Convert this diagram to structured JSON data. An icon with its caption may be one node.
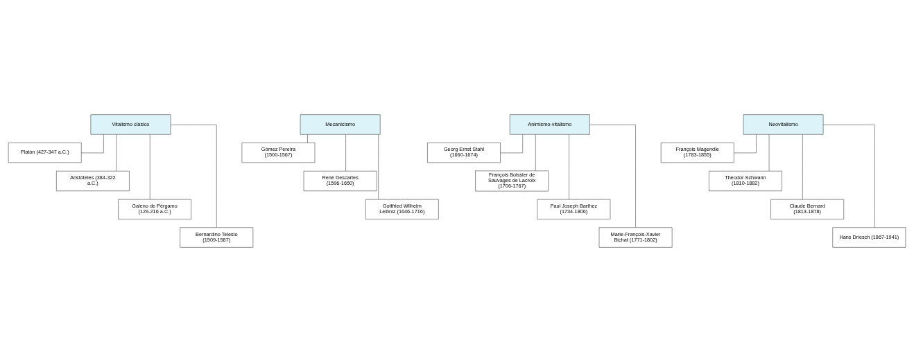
{
  "diagram": {
    "nodes": [
      {
        "text": [
          "Vitalismo clásico"
        ]
      },
      {
        "text": [
          "Platón (427-347 a.C.)"
        ]
      },
      {
        "text": [
          "Aristóteles (384-322 a.C.)"
        ]
      },
      {
        "text": [
          "Galeno de Pérgamo (129-216 a.C.)"
        ]
      },
      {
        "text": [
          "Bernardino Telesio (1509-1587)"
        ]
      },
      {
        "text": [
          "Mecanicismo"
        ]
      },
      {
        "text": [
          "Gómez Pereira (1500-1567)"
        ]
      },
      {
        "text": [
          "René Descartes (1596-1650)"
        ]
      },
      {
        "text": [
          "Gottfried Wilhelm Leibniz (1646-1716)"
        ]
      },
      {
        "text": [
          "Animismo-vitalismo"
        ]
      },
      {
        "text": [
          "Georg Ernst Stahl (1660-1674)"
        ]
      },
      {
        "text": [
          "François Boissier de Sauvages de Lacroix (1706-1767)"
        ]
      },
      {
        "text": [
          "Paul Joseph Barthez (1734-1806)"
        ]
      },
      {
        "text": [
          "Marie-François-Xavier Bichat (1771-1802)"
        ]
      },
      {
        "text": [
          "Neovitalismo"
        ]
      },
      {
        "text": [
          "François Magendie (1783-1855)"
        ]
      },
      {
        "text": [
          "Theodor Schwann (1810-1882)"
        ]
      },
      {
        "text": [
          "Claude Bernard (1813-1878)"
        ]
      },
      {
        "text": [
          "Hans Driesch (1867-1941)"
        ]
      }
    ],
    "edges": [
      {
        "from": 0,
        "to": 1,
        "arrow": "none"
      },
      {
        "from": 0,
        "to": 2,
        "arrow": "none"
      },
      {
        "from": 0,
        "to": 3,
        "arrow": "none"
      },
      {
        "from": 0,
        "to": 4,
        "arrow": "none"
      },
      {
        "from": 5,
        "to": 6,
        "arrow": "none"
      },
      {
        "from": 5,
        "to": 7,
        "arrow": "none"
      },
      {
        "from": 5,
        "to": 8,
        "arrow": "none"
      },
      {
        "from": 9,
        "to": 10,
        "arrow": "none"
      },
      {
        "from": 9,
        "to": 11,
        "arrow": "none"
      },
      {
        "from": 9,
        "to": 12,
        "arrow": "none"
      },
      {
        "from": 9,
        "to": 13,
        "arrow": "none"
      },
      {
        "from": 14,
        "to": 15,
        "arrow": "none"
      },
      {
        "from": 14,
        "to": 16,
        "arrow": "none"
      },
      {
        "from": 14,
        "to": 17,
        "arrow": "none"
      },
      {
        "from": 14,
        "to": 18,
        "arrow": "none"
      }
    ]
  }
}
